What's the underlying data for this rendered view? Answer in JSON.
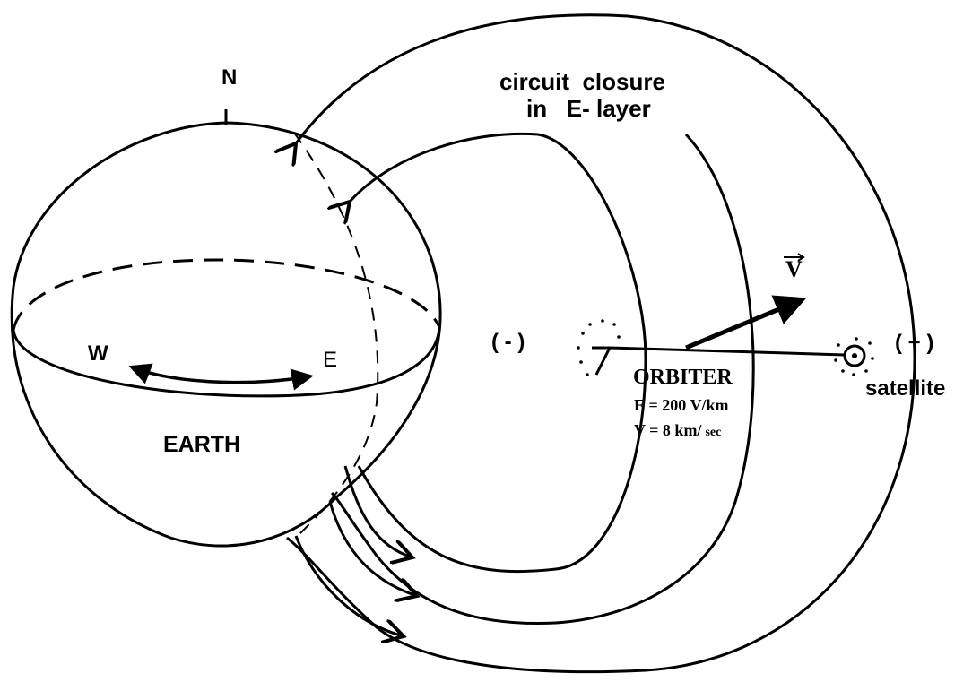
{
  "diagram": {
    "labels": {
      "north": "N",
      "west": "W",
      "east": "E",
      "earth": "EARTH",
      "closure_line1": "circuit  closure",
      "closure_line2": "in   E- layer",
      "negative": "( - )",
      "positive": "( + )",
      "velocity": "V",
      "orbiter": "ORBITER",
      "field": "E = 200 V/km",
      "speed_main": "V = 8 km/",
      "speed_unit": "sec",
      "satellite": "satellite"
    },
    "colors": {
      "ink": "#000000",
      "paper": "#ffffff"
    }
  }
}
